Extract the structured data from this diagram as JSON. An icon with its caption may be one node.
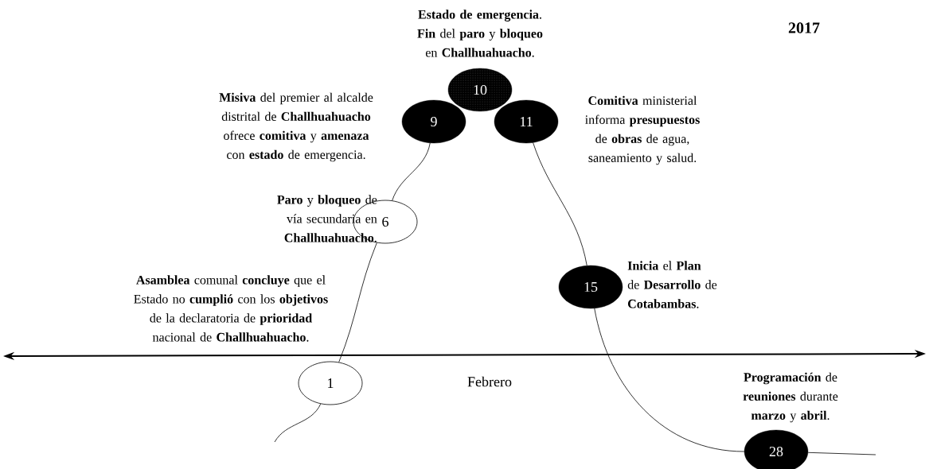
{
  "diagram": {
    "nodes": [
      {
        "text": [
          "1"
        ],
        "beside": [
          "**Asamblea** comunal **concluye** que el Estado no **cumplió** con los **objetivos** de la declaratoria de **prioridad** nacional de **Challhuahuacho**."
        ]
      },
      {
        "text": [
          "6"
        ],
        "beside": [
          "**Paro** y **bloqueo** de vía secundaria en **Challhuahuacho**."
        ]
      },
      {
        "text": [
          "9"
        ],
        "beside": [
          "**Misiva** del premier al alcalde distrital de **Challhuahuacho** ofrece **comitiva** y **amenaza** con **estado** de emergencia."
        ]
      },
      {
        "text": [
          "10"
        ],
        "beside": [
          "**Estado de emergencia**. **Fin** del **paro** y **bloqueo** en **Challhuahuacho**."
        ]
      },
      {
        "text": [
          "11"
        ],
        "beside": [
          "**Comitiva** ministerial informa **presupuestos** de **obras** de agua, saneamiento y salud."
        ]
      },
      {
        "text": [
          "15"
        ],
        "beside": [
          "**Inicia** el **Plan** de **Desarrollo** de **Cotabambas**."
        ]
      },
      {
        "text": [
          "28"
        ],
        "beside": [
          "**Programación** de **reuniones** durante **marzo** y **abril**."
        ]
      }
    ],
    "edges": [
      {
        "from": null,
        "to": 0,
        "arrow": "none"
      },
      {
        "from": 0,
        "to": 1,
        "arrow": "none"
      },
      {
        "from": 1,
        "to": 2,
        "arrow": "none"
      },
      {
        "from": 4,
        "to": 5,
        "arrow": "none"
      },
      {
        "from": 5,
        "to": 6,
        "arrow": "none"
      },
      {
        "from": 6,
        "to": null,
        "arrow": "none"
      }
    ],
    "labels": [
      "2017",
      "Febrero"
    ]
  }
}
